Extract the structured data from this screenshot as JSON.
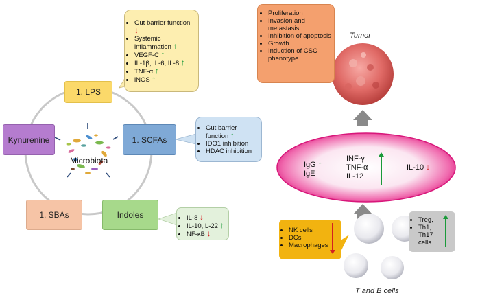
{
  "nodes": {
    "lps": "1. LPS",
    "scfas": "1. SCFAs",
    "indoles": "Indoles",
    "sbas": "1. SBAs",
    "kynurenine": "Kynurenine",
    "microbiota": "Microbiota"
  },
  "lps_effects": [
    "Gut barrier function",
    "Systemic inflammation",
    "VEGF-C",
    "IL-1β, IL-6, IL-8",
    "TNF-α",
    "iNOS"
  ],
  "scfa_effects": [
    "Gut barrier function",
    "IDO1 inhibition",
    "HDAC inhibition"
  ],
  "indole_effects": [
    "IL-8",
    "IL-10,IL-22",
    "NF-κB"
  ],
  "tumor_effects": [
    "Proliferation",
    "Invasion and metastasis",
    "Inhibition of apoptosis",
    "Growth",
    "Induction of CSC phenotype"
  ],
  "tumor_label": "Tumor",
  "cytokines": {
    "igs": [
      "IgG",
      "IgE"
    ],
    "th1": [
      "INF-γ",
      "TNF-α",
      "IL-12"
    ],
    "il10": "IL-10"
  },
  "innate_cells": [
    "NK cells",
    "DCs",
    "Macrophages"
  ],
  "reg_cells": [
    "Treg,",
    "Th1,",
    "Th17",
    "cells"
  ],
  "cells_label": "T and B cells",
  "arrow_up": "↑",
  "arrow_down": "↓",
  "colors": {
    "lps": "#fbd96a",
    "scfas": "#7fa9d6",
    "indoles": "#a7d98b",
    "sbas": "#f6c4a6",
    "kynurenine": "#b57ccf",
    "tumor_box": "#f4a06e",
    "pill": "#e92a8a",
    "innate_box": "#f2b310",
    "reg_box": "#c9c9c9",
    "up": "#1a9a3a",
    "down": "#d42020"
  }
}
